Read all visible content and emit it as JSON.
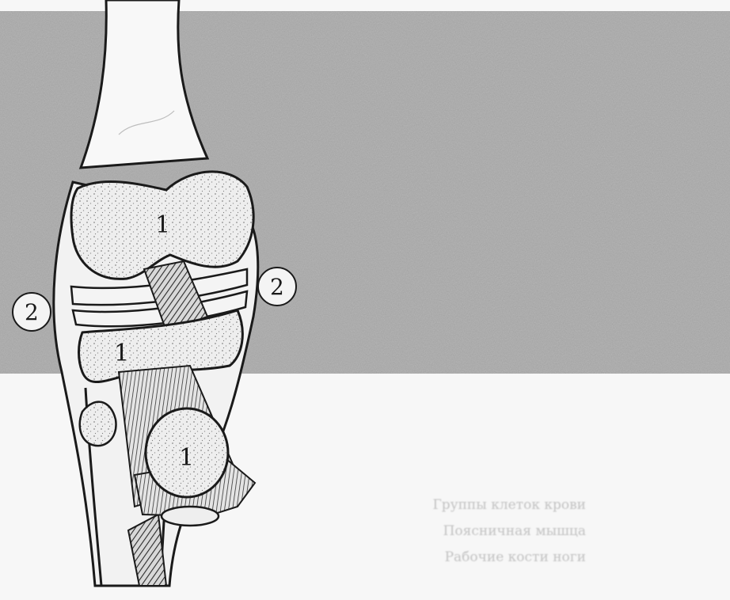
{
  "figure": {
    "labels": {
      "bone_1_femur": "1",
      "bone_1_tibia": "1",
      "bone_1_fibula": "1",
      "capsule_left": "2",
      "capsule_right": "2"
    }
  },
  "caption": {
    "lines": [
      "Группы клеток крови",
      "Поясничная мышца",
      "Рабочие кости ноги"
    ]
  },
  "colors": {
    "panel": "#a9a9a9",
    "background": "#f7f7f7",
    "bone_fill": "#eeeeee",
    "ink": "#1a1a1a"
  }
}
